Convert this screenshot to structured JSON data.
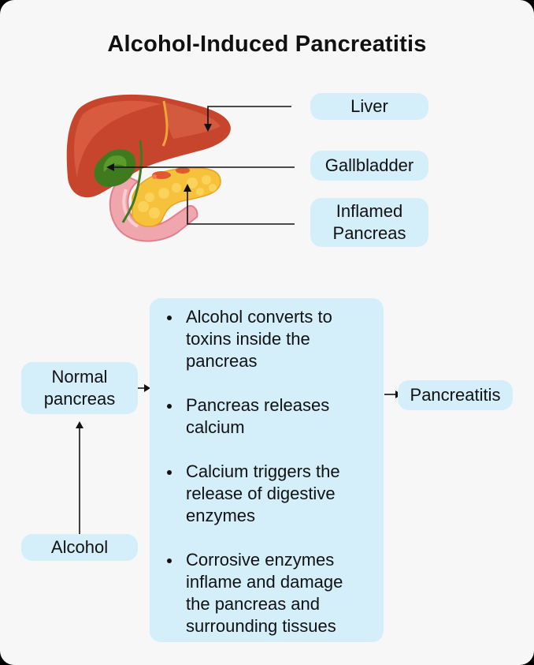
{
  "title": "Alcohol-Induced Pancreatitis",
  "anatomy": {
    "labels": {
      "liver": "Liver",
      "gallbladder": "Gallbladder",
      "inflamed_pancreas": "Inflamed Pancreas"
    }
  },
  "flow": {
    "normal_pancreas": "Normal pancreas",
    "alcohol": "Alcohol",
    "result": "Pancreatitis",
    "steps": [
      "Alcohol converts to toxins inside the pancreas",
      "Pancreas releases calcium",
      "Calcium triggers the release of digestive enzymes",
      "Corrosive enzymes inflame and damage the pancreas and surrounding tissues"
    ]
  },
  "colors": {
    "pill_fill": "#d4eefa",
    "liver": "#c8452d",
    "gallbladder": "#3f7a1e",
    "pancreas_inflamed": "#f7c23b",
    "duodenum": "#f0a6ad"
  }
}
